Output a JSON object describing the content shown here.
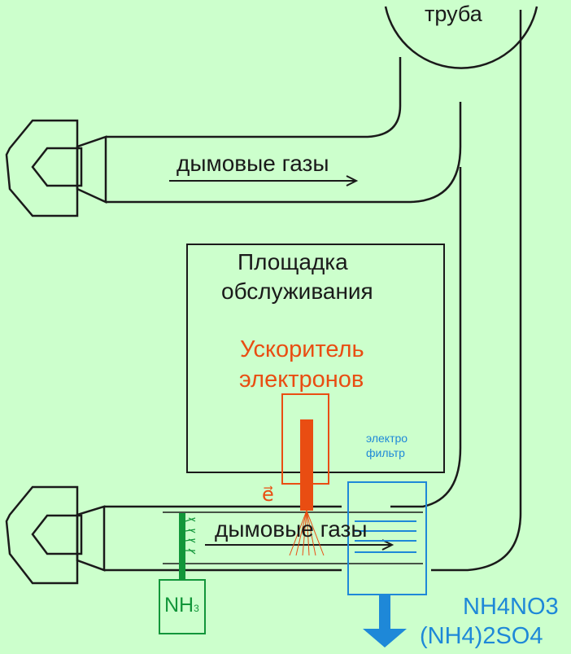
{
  "labels": {
    "chimney": "труба",
    "flue_gas_top": "дымовые газы",
    "flue_gas_bottom": "дымовые газы",
    "platform_line1": "Площадка",
    "platform_line2": "обслуживания",
    "accelerator_line1": "Ускоритель",
    "accelerator_line2": "электронов",
    "electrofilter_line1": "электро",
    "electrofilter_line2": "фильтр",
    "electron_symbol": "e⃗",
    "ammonia_main": "NH",
    "ammonia_sub": "3",
    "product_1": "NH4NO3",
    "product_2": "(NH4)2SO4"
  },
  "colors": {
    "background": "#ccffcc",
    "line": "#1a1a1a",
    "accelerator": "#e94d12",
    "ammonia": "#12963a",
    "filter": "#1e88d8"
  }
}
